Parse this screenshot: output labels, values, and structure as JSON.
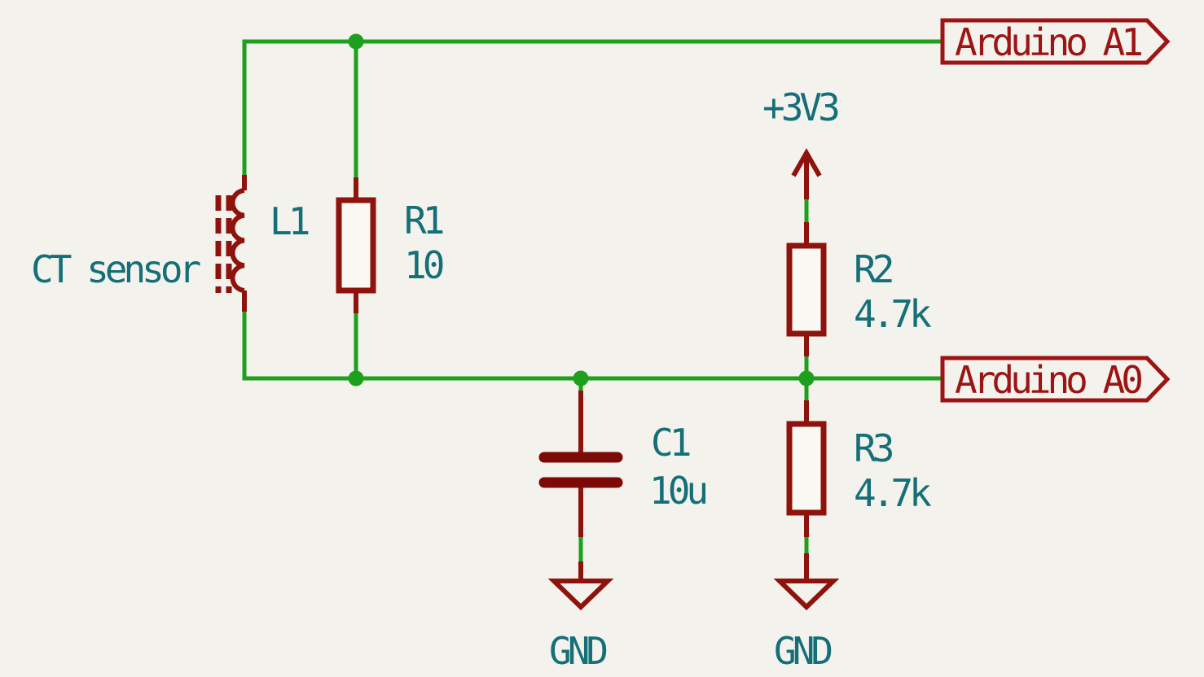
{
  "colors": {
    "background": "#f4f2ec",
    "wire": "#1da01d",
    "component": "#8e130d",
    "component_dark": "#7c0b07",
    "hier_label": "#9c1414",
    "annotation": "#156f78"
  },
  "annotations": {
    "ct_sensor": "CT sensor"
  },
  "components": {
    "l1": {
      "ref": "L1"
    },
    "r1": {
      "ref": "R1",
      "value": "10"
    },
    "r2": {
      "ref": "R2",
      "value": "4.7k"
    },
    "r3": {
      "ref": "R3",
      "value": "4.7k"
    },
    "c1": {
      "ref": "C1",
      "value": "10u"
    }
  },
  "power": {
    "rail": "+3V3",
    "gnd_c1": "GND",
    "gnd_r3": "GND"
  },
  "hierarchical_labels": {
    "a1": "Arduino A1",
    "a0": "Arduino A0"
  }
}
